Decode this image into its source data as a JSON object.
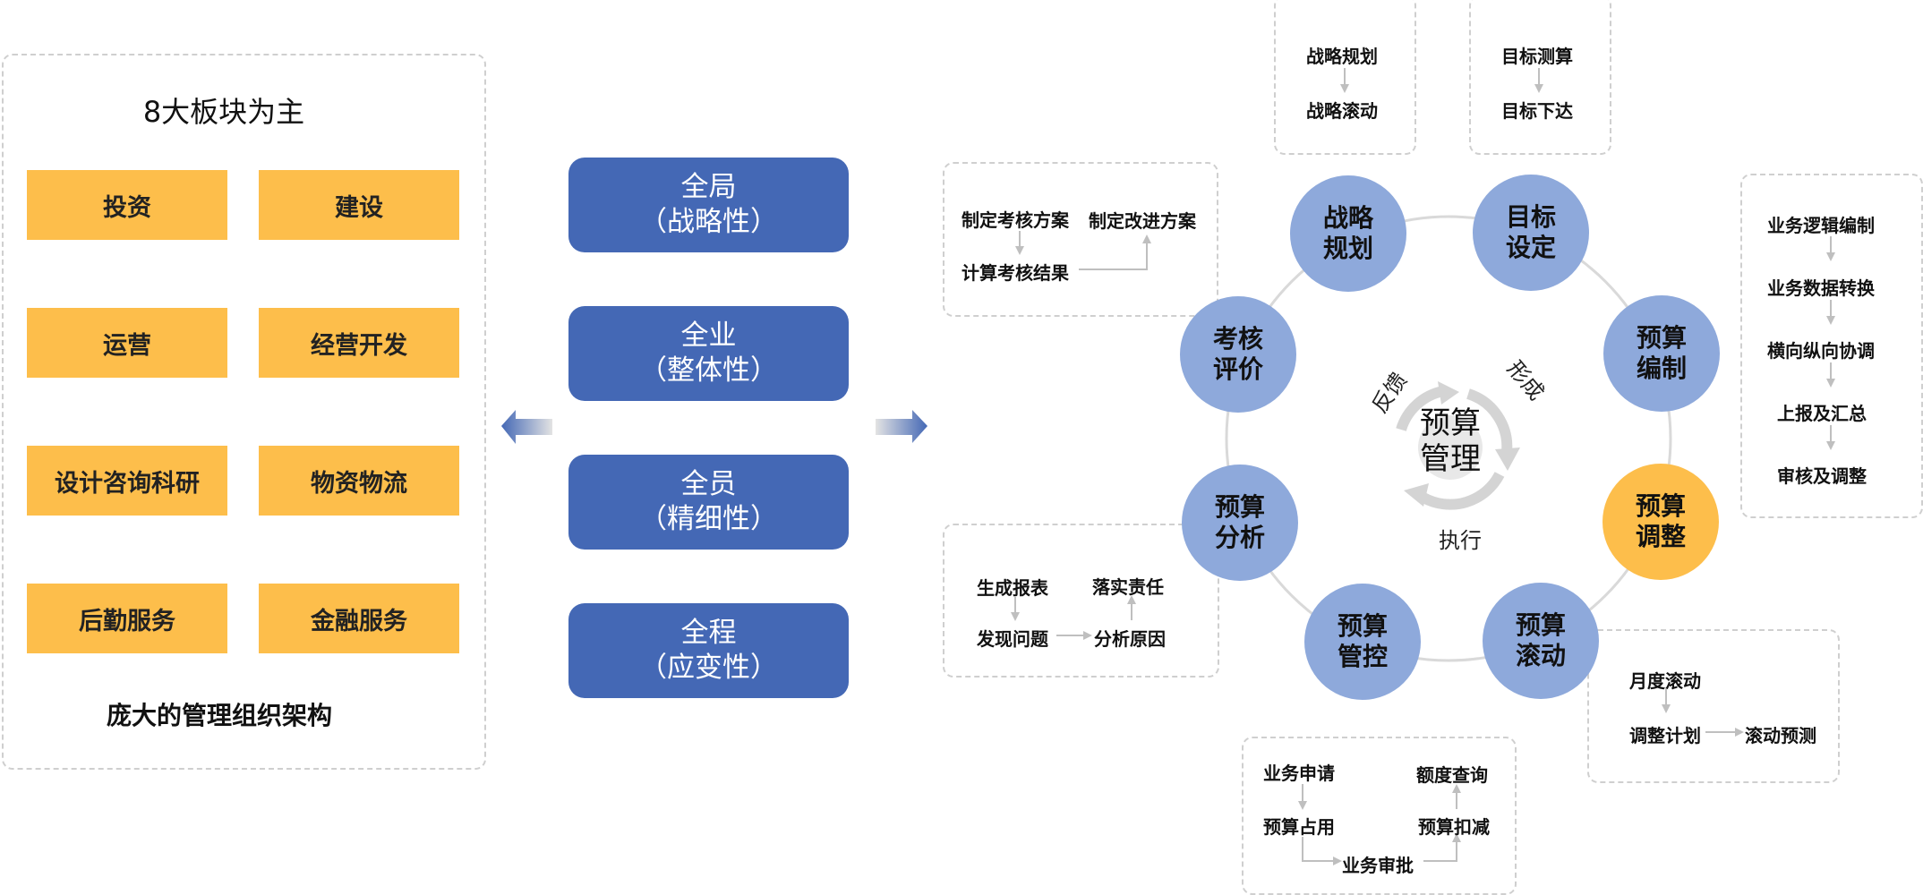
{
  "left_panel": {
    "title": "8大板块为主",
    "blocks": [
      "投资",
      "建设",
      "运营",
      "经营开发",
      "设计咨询科研",
      "物资物流",
      "后勤服务",
      "金融服务"
    ],
    "footer": "庞大的管理组织架构"
  },
  "middle": {
    "pills": [
      {
        "main": "全局",
        "sub": "（战略性）"
      },
      {
        "main": "全业",
        "sub": "（整体性）"
      },
      {
        "main": "全员",
        "sub": "（精细性）"
      },
      {
        "main": "全程",
        "sub": "（应变性）"
      }
    ]
  },
  "cycle": {
    "center": {
      "line1": "预算",
      "line2": "管理"
    },
    "labels": {
      "feedback": "反馈",
      "form": "形成",
      "execute": "执行"
    },
    "nodes": [
      {
        "line1": "战略",
        "line2": "规划",
        "highlight": false
      },
      {
        "line1": "目标",
        "line2": "设定",
        "highlight": false
      },
      {
        "line1": "预算",
        "line2": "编制",
        "highlight": false
      },
      {
        "line1": "预算",
        "line2": "调整",
        "highlight": true
      },
      {
        "line1": "预算",
        "line2": "滚动",
        "highlight": false
      },
      {
        "line1": "预算",
        "line2": "管控",
        "highlight": false
      },
      {
        "line1": "预算",
        "line2": "分析",
        "highlight": false
      },
      {
        "line1": "考核",
        "line2": "评价",
        "highlight": false
      }
    ]
  },
  "detail_boxes": {
    "strategy": [
      "战略规划",
      "战略滚动"
    ],
    "target": [
      "目标测算",
      "目标下达"
    ],
    "evaluation": [
      "制定考核方案",
      "计算考核结果",
      "制定改进方案"
    ],
    "compile": [
      "业务逻辑编制",
      "业务数据转换",
      "横向纵向协调",
      "上报及汇总",
      "审核及调整"
    ],
    "analysis": [
      "生成报表",
      "发现问题",
      "分析原因",
      "落实责任"
    ],
    "rolling": [
      "月度滚动",
      "调整计划",
      "滚动预测"
    ],
    "control": [
      "业务申请",
      "预算占用",
      "业务审批",
      "预算扣减",
      "额度查询"
    ]
  },
  "colors": {
    "block_orange": "#FDBE4B",
    "pill_blue": "#4468B5",
    "node_blue": "#8EA9DB",
    "connector_gray": "#BFBFBF"
  }
}
